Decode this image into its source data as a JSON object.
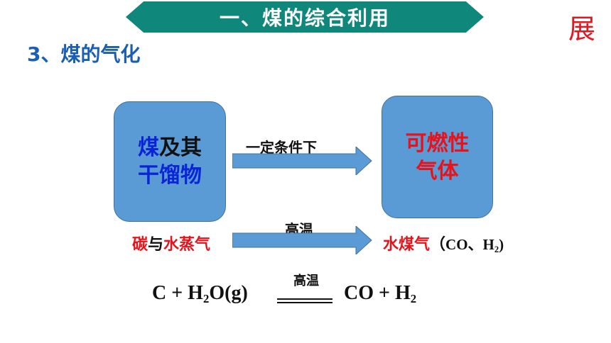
{
  "title": "一、煤的综合利用",
  "corner_char": "展",
  "section_heading": "3、煤的气化",
  "left_box": {
    "part1": "煤",
    "part2": "及其",
    "line2": "干馏物"
  },
  "right_box": {
    "line1": "可燃性",
    "line2": "气体"
  },
  "arrow1_label": "一定条件下",
  "arrow2_label": "高温",
  "reactants": {
    "a": "碳",
    "b": "与",
    "c": "水蒸气"
  },
  "products": {
    "name": "水煤气",
    "open": "（",
    "co": "CO、H",
    "sub": "2",
    "close": ")"
  },
  "equation": {
    "left_a": "C + H",
    "left_sub": "2",
    "left_b": "O(g)",
    "condition": "高温",
    "right_a": "CO  + H",
    "right_sub": "2"
  },
  "colors": {
    "banner": "#10877b",
    "box": "#5b9bd5",
    "red": "#e8121a",
    "blue": "#0a24d6",
    "heading": "#1a5fb4"
  }
}
